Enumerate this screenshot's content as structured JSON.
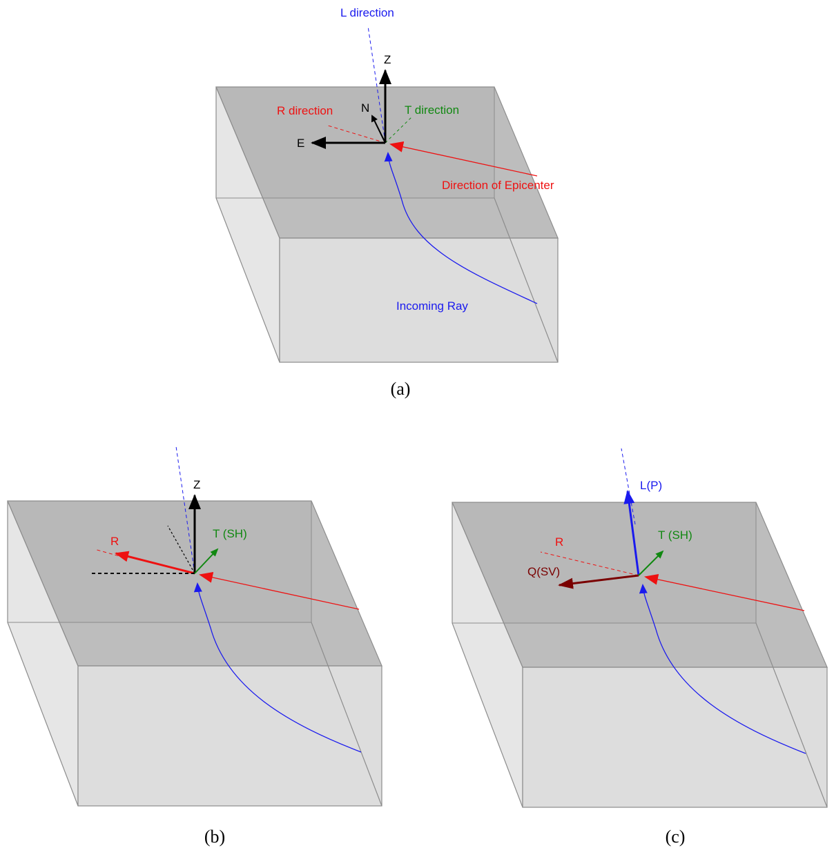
{
  "panel_a": {
    "caption": "(a)",
    "labels": {
      "l_direction": "L direction",
      "z": "Z",
      "r_direction": "R direction",
      "n": "N",
      "t_direction": "T direction",
      "e": "E",
      "epicenter": "Direction of Epicenter",
      "ray": "Incoming Ray"
    }
  },
  "panel_b": {
    "caption": "(b)",
    "labels": {
      "z": "Z",
      "r": "R",
      "t": "T (SH)"
    }
  },
  "panel_c": {
    "caption": "(c)",
    "labels": {
      "l": "L(P)",
      "r": "R",
      "t": "T (SH)",
      "q": "Q(SV)"
    }
  },
  "colors": {
    "red": "#ee1111",
    "blue": "#1a1aee",
    "green": "#118811",
    "black": "#000000",
    "dark_red": "#7a0000",
    "box_top": "#b4b4b4",
    "box_side": "#e4e4e4",
    "box_front": "#dcdcdc",
    "edge": "#8c8c8c"
  }
}
